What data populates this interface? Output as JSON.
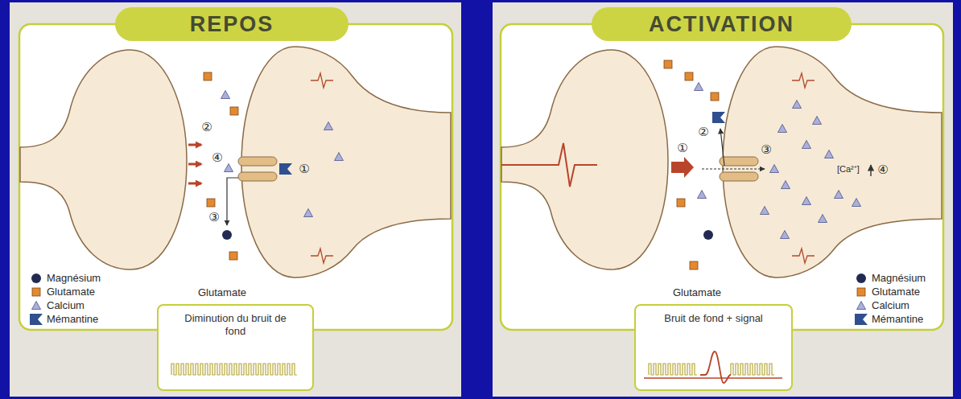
{
  "diagram": {
    "nodes": [
      {
        "text": [
          "REPOS"
        ]
      },
      {
        "text": [
          "Diminution du bruit de fond"
        ],
        "in": 0
      },
      {
        "text": [
          "ACTIVATION"
        ]
      },
      {
        "text": [
          "Bruit de fond + signal"
        ],
        "in": 2
      }
    ],
    "labels": [
      "②",
      "④",
      "①",
      "③",
      "Glutamate",
      "①",
      "②",
      "③",
      "[Ca²⁺]",
      "④",
      "Glutamate"
    ],
    "legend": [
      {
        "text": "Magnésium"
      },
      {
        "text": "Glutamate"
      },
      {
        "text": "Calcium"
      },
      {
        "text": "Mémantine"
      },
      {
        "text": "Magnésium"
      },
      {
        "text": "Glutamate"
      },
      {
        "text": "Calcium"
      },
      {
        "text": "Mémantine"
      }
    ]
  }
}
